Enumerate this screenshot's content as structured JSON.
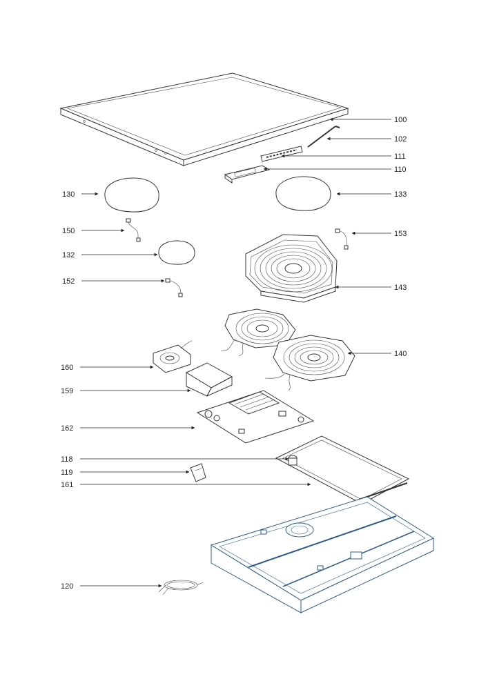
{
  "callouts": {
    "p100": "100",
    "p102": "102",
    "p111": "111",
    "p110": "110",
    "p130": "130",
    "p133": "133",
    "p150": "150",
    "p153": "153",
    "p132": "132",
    "p152": "152",
    "p143": "143",
    "p140": "140",
    "p160": "160",
    "p159": "159",
    "p162": "162",
    "p118": "118",
    "p119": "119",
    "p161": "161",
    "p120": "120"
  },
  "colors": {
    "line": "#222222",
    "housing": "#2b5a88"
  }
}
